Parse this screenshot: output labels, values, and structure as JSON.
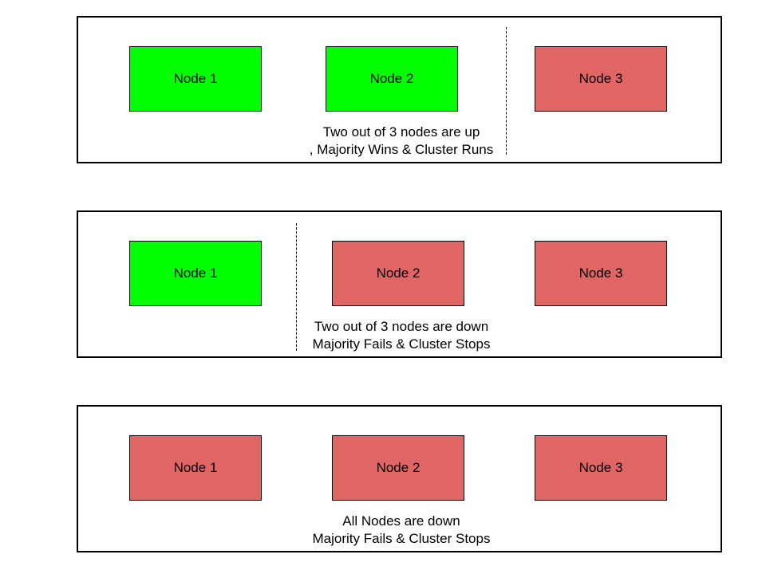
{
  "colors": {
    "up": "#00ff00",
    "down": "#e06666"
  },
  "panels": [
    {
      "nodes": [
        {
          "label": "Node 1",
          "status": "up"
        },
        {
          "label": "Node 2",
          "status": "up"
        },
        {
          "label": "Node 3",
          "status": "down"
        }
      ],
      "caption": [
        "Two out of 3 nodes are up",
        ", Majority Wins & Cluster Runs"
      ]
    },
    {
      "nodes": [
        {
          "label": "Node 1",
          "status": "up"
        },
        {
          "label": "Node 2",
          "status": "down"
        },
        {
          "label": "Node 3",
          "status": "down"
        }
      ],
      "caption": [
        "Two out of 3 nodes are down",
        "Majority Fails & Cluster Stops"
      ]
    },
    {
      "nodes": [
        {
          "label": "Node 1",
          "status": "down"
        },
        {
          "label": "Node 2",
          "status": "down"
        },
        {
          "label": "Node 3",
          "status": "down"
        }
      ],
      "caption": [
        "All Nodes are down",
        "Majority Fails & Cluster Stops"
      ]
    }
  ]
}
